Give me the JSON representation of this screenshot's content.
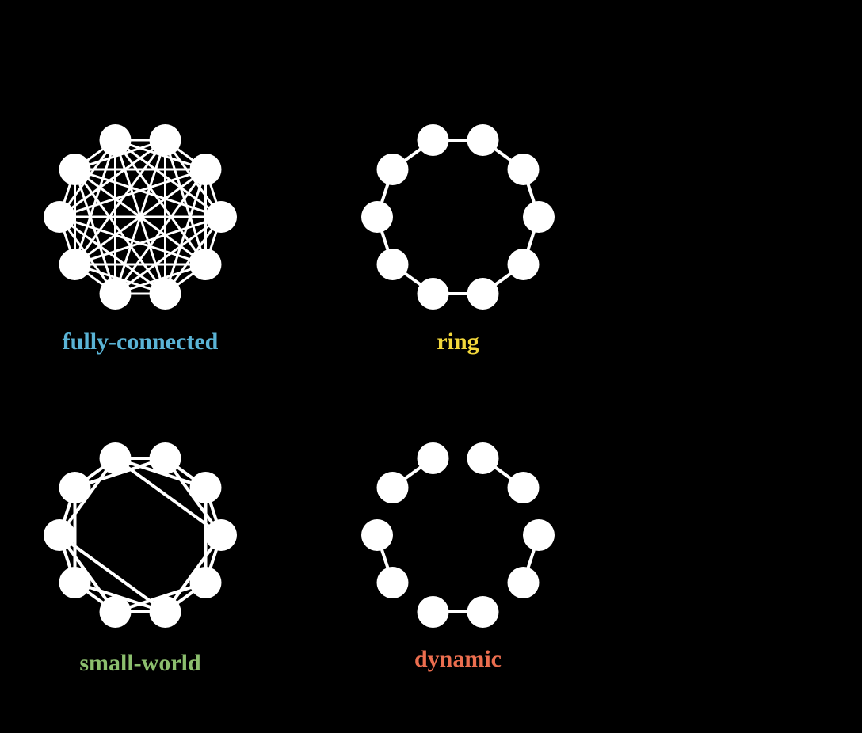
{
  "colors": {
    "background": "#000000",
    "node": "#ffffff",
    "edge": "#ffffff"
  },
  "diagrams": [
    {
      "id": "fully-connected",
      "label": "fully-connected",
      "label_color": "#5ab4d6",
      "node_count": 10,
      "topology": "complete",
      "edges": "all"
    },
    {
      "id": "ring",
      "label": "ring",
      "label_color": "#f2d73b",
      "node_count": 10,
      "topology": "ring",
      "edges": [
        [
          0,
          1
        ],
        [
          1,
          2
        ],
        [
          2,
          3
        ],
        [
          3,
          4
        ],
        [
          4,
          5
        ],
        [
          5,
          6
        ],
        [
          6,
          7
        ],
        [
          7,
          8
        ],
        [
          8,
          9
        ],
        [
          9,
          0
        ]
      ]
    },
    {
      "id": "small-world",
      "label": "small-world",
      "label_color": "#8cbf6e",
      "node_count": 10,
      "topology": "ring-lattice-with-shortcuts",
      "edges": [
        [
          0,
          1
        ],
        [
          1,
          2
        ],
        [
          2,
          3
        ],
        [
          3,
          4
        ],
        [
          4,
          5
        ],
        [
          5,
          6
        ],
        [
          6,
          7
        ],
        [
          7,
          8
        ],
        [
          8,
          9
        ],
        [
          9,
          0
        ],
        [
          0,
          2
        ],
        [
          1,
          3
        ],
        [
          2,
          4
        ],
        [
          3,
          5
        ],
        [
          4,
          6
        ],
        [
          5,
          7
        ],
        [
          6,
          8
        ],
        [
          7,
          9
        ],
        [
          8,
          0
        ],
        [
          9,
          1
        ],
        [
          1,
          9
        ],
        [
          0,
          3
        ],
        [
          8,
          5
        ]
      ]
    },
    {
      "id": "dynamic",
      "label": "dynamic",
      "label_color": "#ec6e4f",
      "node_count": 10,
      "topology": "pairwise-matching",
      "edges": [
        [
          9,
          0
        ],
        [
          1,
          2
        ],
        [
          3,
          4
        ],
        [
          5,
          6
        ],
        [
          7,
          8
        ]
      ]
    }
  ]
}
